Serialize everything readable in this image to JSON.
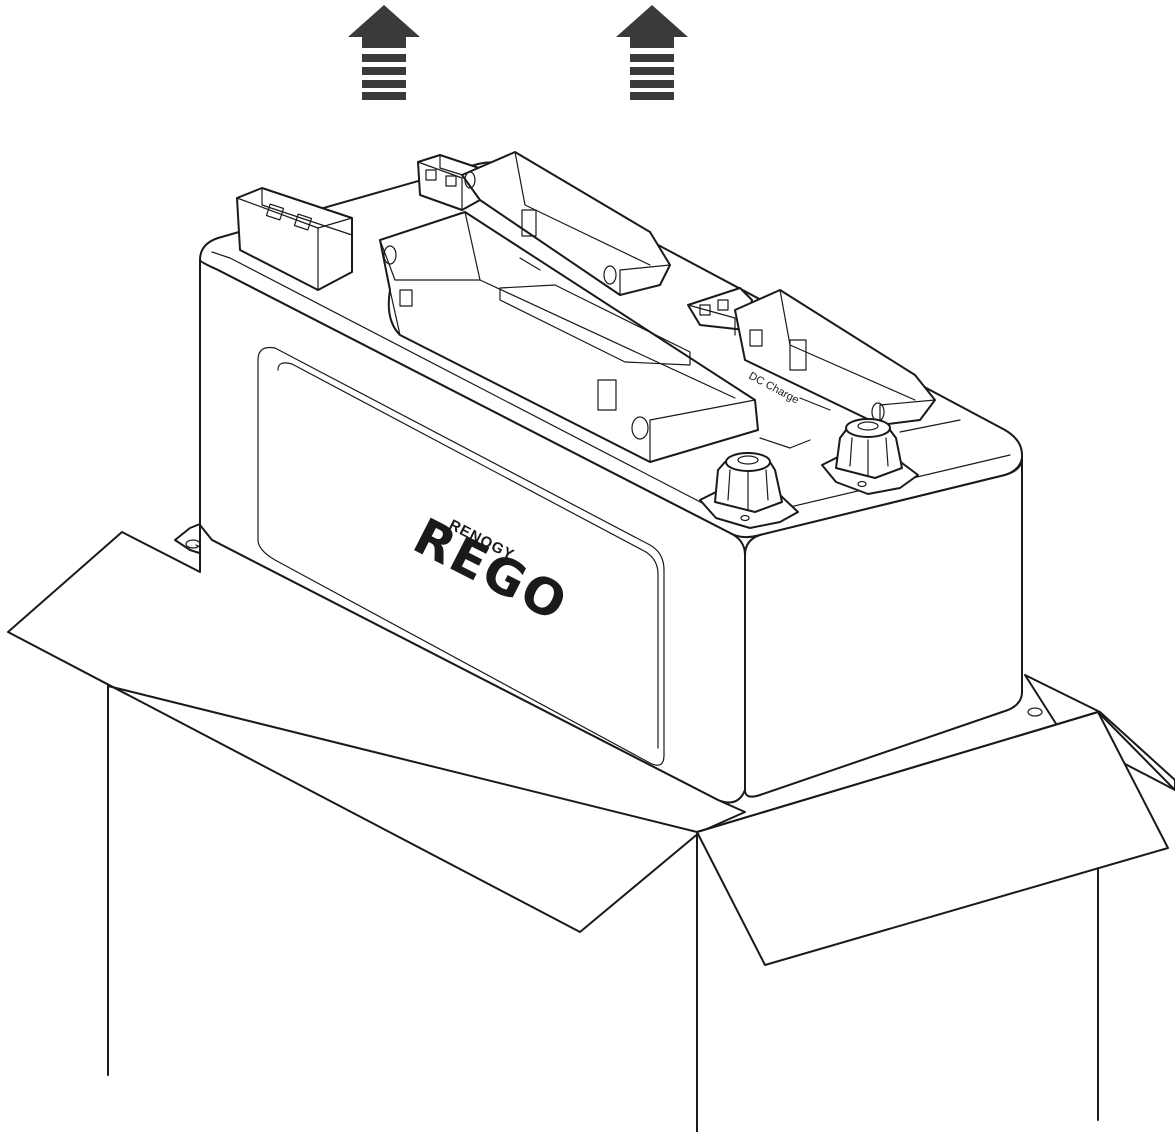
{
  "illustration": {
    "arrows": [
      {
        "name": "lift-arrow-left",
        "direction": "up"
      },
      {
        "name": "lift-arrow-right",
        "direction": "up"
      }
    ],
    "colors": {
      "line": "#1a1a1a",
      "arrow": "#3a3a3a",
      "background": "#ffffff"
    },
    "battery": {
      "brand_small": "RENOGY",
      "brand_large": "REGO",
      "port_label": "DC Charge"
    }
  }
}
